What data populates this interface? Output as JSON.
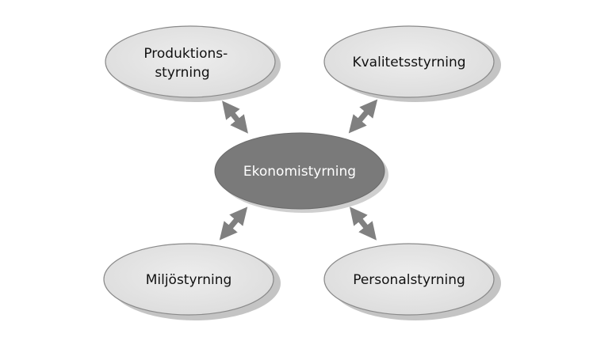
{
  "diagram": {
    "center": {
      "label": "Ekonomistyrning"
    },
    "nodes": {
      "top_left": {
        "line1": "Produktions-",
        "line2": "styrning"
      },
      "top_right": {
        "label": "Kvalitetsstyrning"
      },
      "bottom_left": {
        "label": "Miljöstyrning"
      },
      "bottom_right": {
        "label": "Personalstyrning"
      }
    },
    "colors": {
      "outer_fill": "#e6e6e6",
      "outer_stroke": "#8a8a8a",
      "center_fill": "#7a7a7a",
      "arrow": "#808080",
      "shadow": "#c4c4c4"
    }
  }
}
